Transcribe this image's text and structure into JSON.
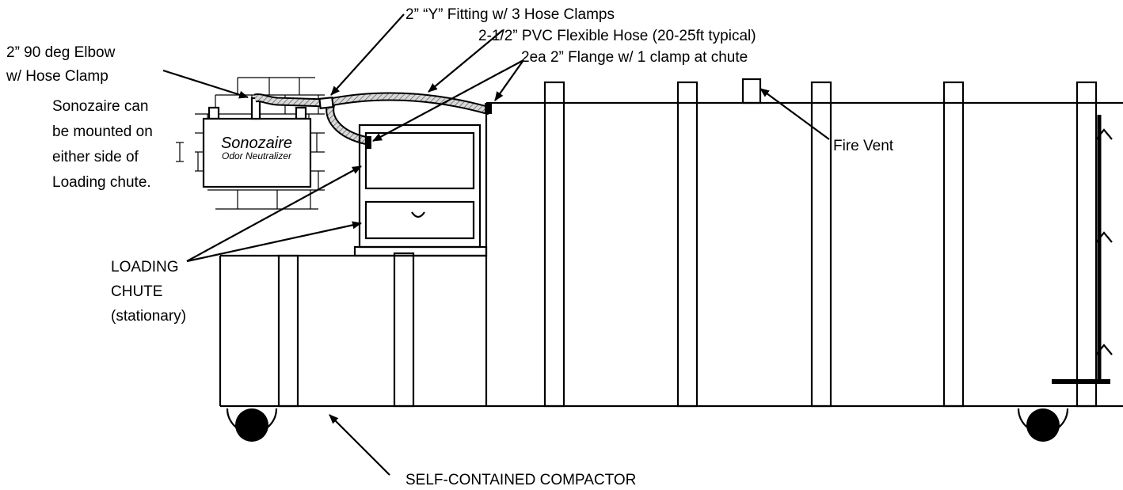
{
  "labels": {
    "elbow_line1": "2” 90 deg Elbow",
    "elbow_line2": "w/ Hose Clamp",
    "y_fitting": "2” “Y” Fitting w/ 3 Hose Clamps",
    "pvc_hose": "2-1/2” PVC Flexible Hose (20-25ft typical)",
    "flange": "2ea 2” Flange w/ 1 clamp at chute",
    "mount_line1": "Sonozaire can",
    "mount_line2": "be mounted on",
    "mount_line3": "either side of",
    "mount_line4": "Loading chute.",
    "fire_vent": "Fire Vent",
    "chute_line1": "LOADING",
    "chute_line2": "CHUTE",
    "chute_line3": "(stationary)",
    "compactor": "SELF-CONTAINED COMPACTOR"
  },
  "unit": {
    "brand": "Sonozaire",
    "subtitle": "Odor Neutralizer"
  },
  "colors": {
    "line": "#000000",
    "background": "#ffffff",
    "hose_fill": "#cfcfcf"
  }
}
